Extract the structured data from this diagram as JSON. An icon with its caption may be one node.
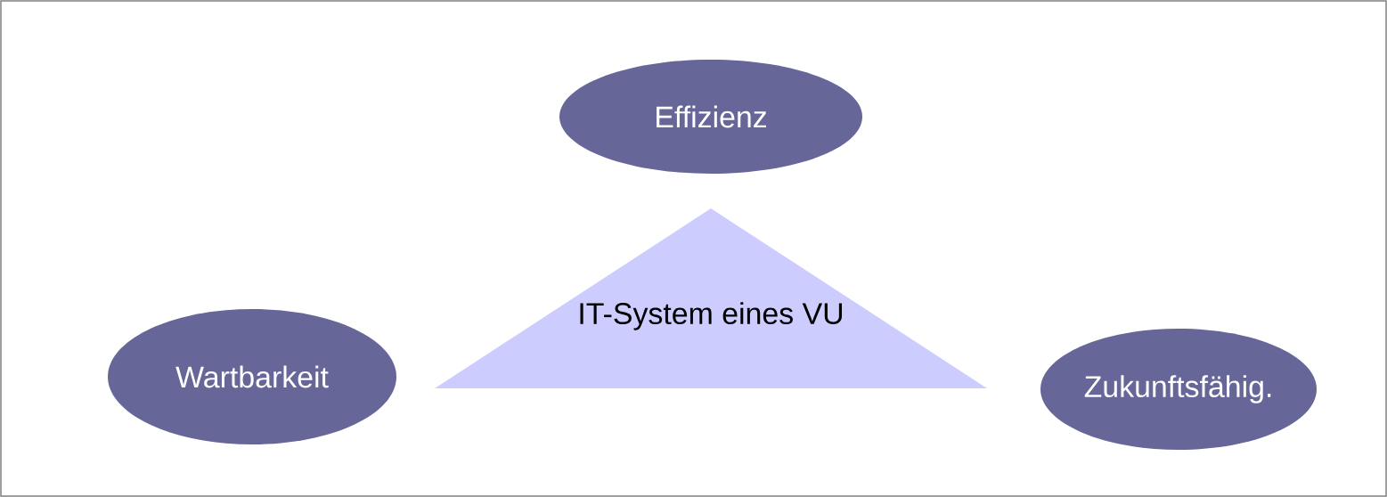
{
  "diagram": {
    "nodes": [
      {
        "text": [
          "Effizienz"
        ]
      },
      {
        "text": [
          "IT-System eines VU"
        ]
      },
      {
        "text": [
          "Wartbarkeit"
        ]
      },
      {
        "text": [
          "Zukunftsfähig."
        ]
      }
    ]
  }
}
